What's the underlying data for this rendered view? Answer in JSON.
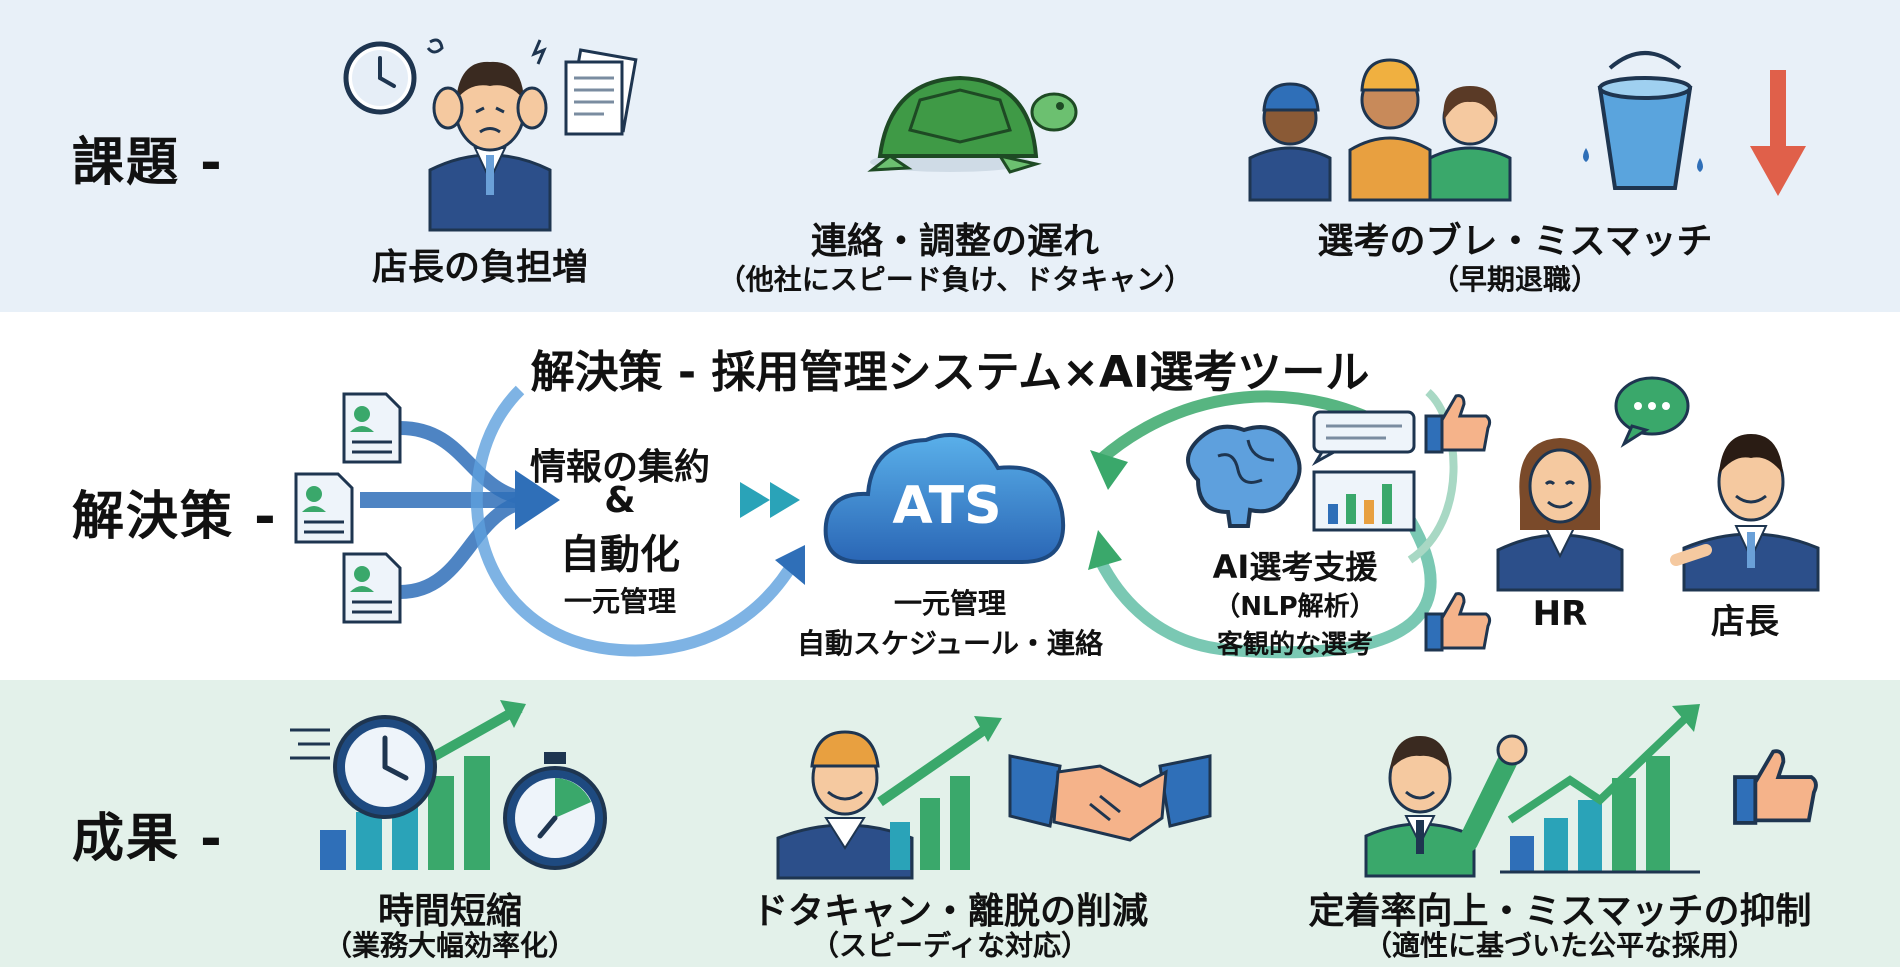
{
  "rows": {
    "problem": {
      "label": "課題 -"
    },
    "solution": {
      "label": "解決策 -"
    },
    "result": {
      "label": "成果 -"
    }
  },
  "problems": [
    {
      "title": "店長の負担増",
      "sub": ""
    },
    {
      "title": "連絡・調整の遅れ",
      "sub": "（他社にスピード負け、ドタキャン）"
    },
    {
      "title": "選考のブレ・ミスマッチ",
      "sub": "（早期退職）"
    }
  ],
  "solution": {
    "title": "解決策 - 採用管理システム×AI選考ツール",
    "left_block": {
      "line1": "情報の集約",
      "line2": "&",
      "line3": "自動化",
      "line4": "一元管理"
    },
    "ats_label": "ATS",
    "ats_caption1": "一元管理",
    "ats_caption2": "自動スケジュール・連絡",
    "ai_block": {
      "line1": "AI選考支援",
      "line2": "（NLP解析）",
      "line3": "客観的な選考"
    },
    "people": {
      "hr": "HR",
      "manager": "店長"
    }
  },
  "results": [
    {
      "title": "時間短縮",
      "sub": "（業務大幅効率化）"
    },
    {
      "title": "ドタキャン・離脱の削減",
      "sub": "（スピーディな対応）"
    },
    {
      "title": "定着率向上・ミスマッチの抑制",
      "sub": "（適性に基づいた公平な採用）"
    }
  ],
  "colors": {
    "band_top": "#e8f0f8",
    "band_mid": "#ffffff",
    "band_bot": "#e3f1ea",
    "blue": "#2f6fb8",
    "green": "#3aa86b",
    "teal": "#4db69a",
    "orange": "#e88b3e"
  },
  "icons": [
    "clock-icon",
    "stressed-manager-icon",
    "documents-icon",
    "turtle-icon",
    "workers-group-icon",
    "leaking-bucket-icon",
    "down-arrow-icon",
    "resume-icon",
    "cloud-icon",
    "brain-icon",
    "chat-bubble-icon",
    "bar-chart-icon",
    "thumbs-up-icon",
    "hr-person-icon",
    "manager-person-icon",
    "handshake-icon",
    "stopwatch-icon",
    "growth-chart-icon"
  ]
}
